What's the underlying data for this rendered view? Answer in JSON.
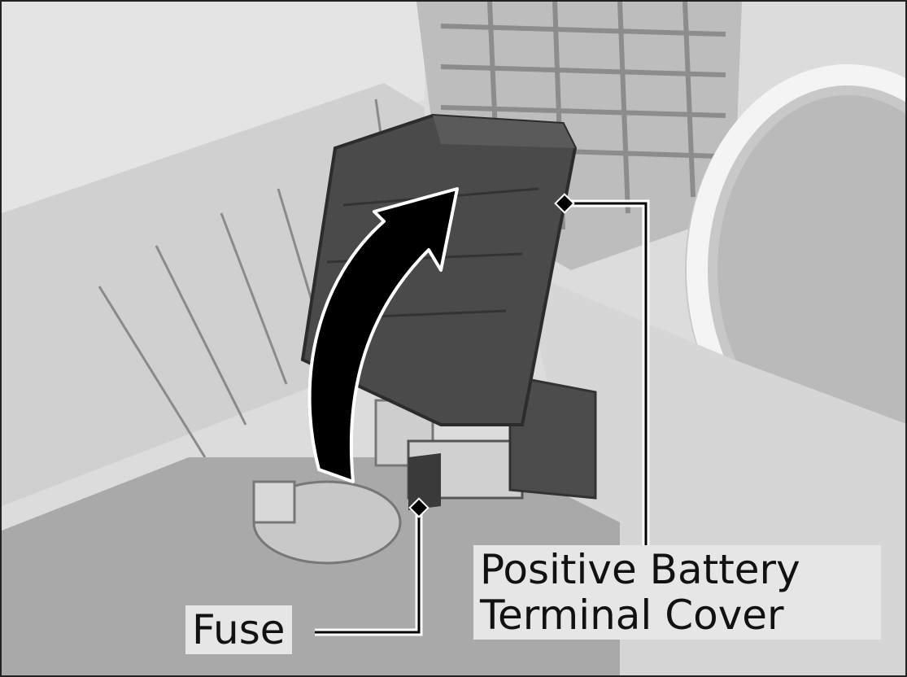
{
  "labels": {
    "fuse": "Fuse",
    "cover_line1": "Positive Battery",
    "cover_line2": "Terminal Cover"
  },
  "colors": {
    "background": "#dcdcdc",
    "cover": "#4a4a4a",
    "arrow": "#000000",
    "label_bg": "#e6e6e6"
  }
}
